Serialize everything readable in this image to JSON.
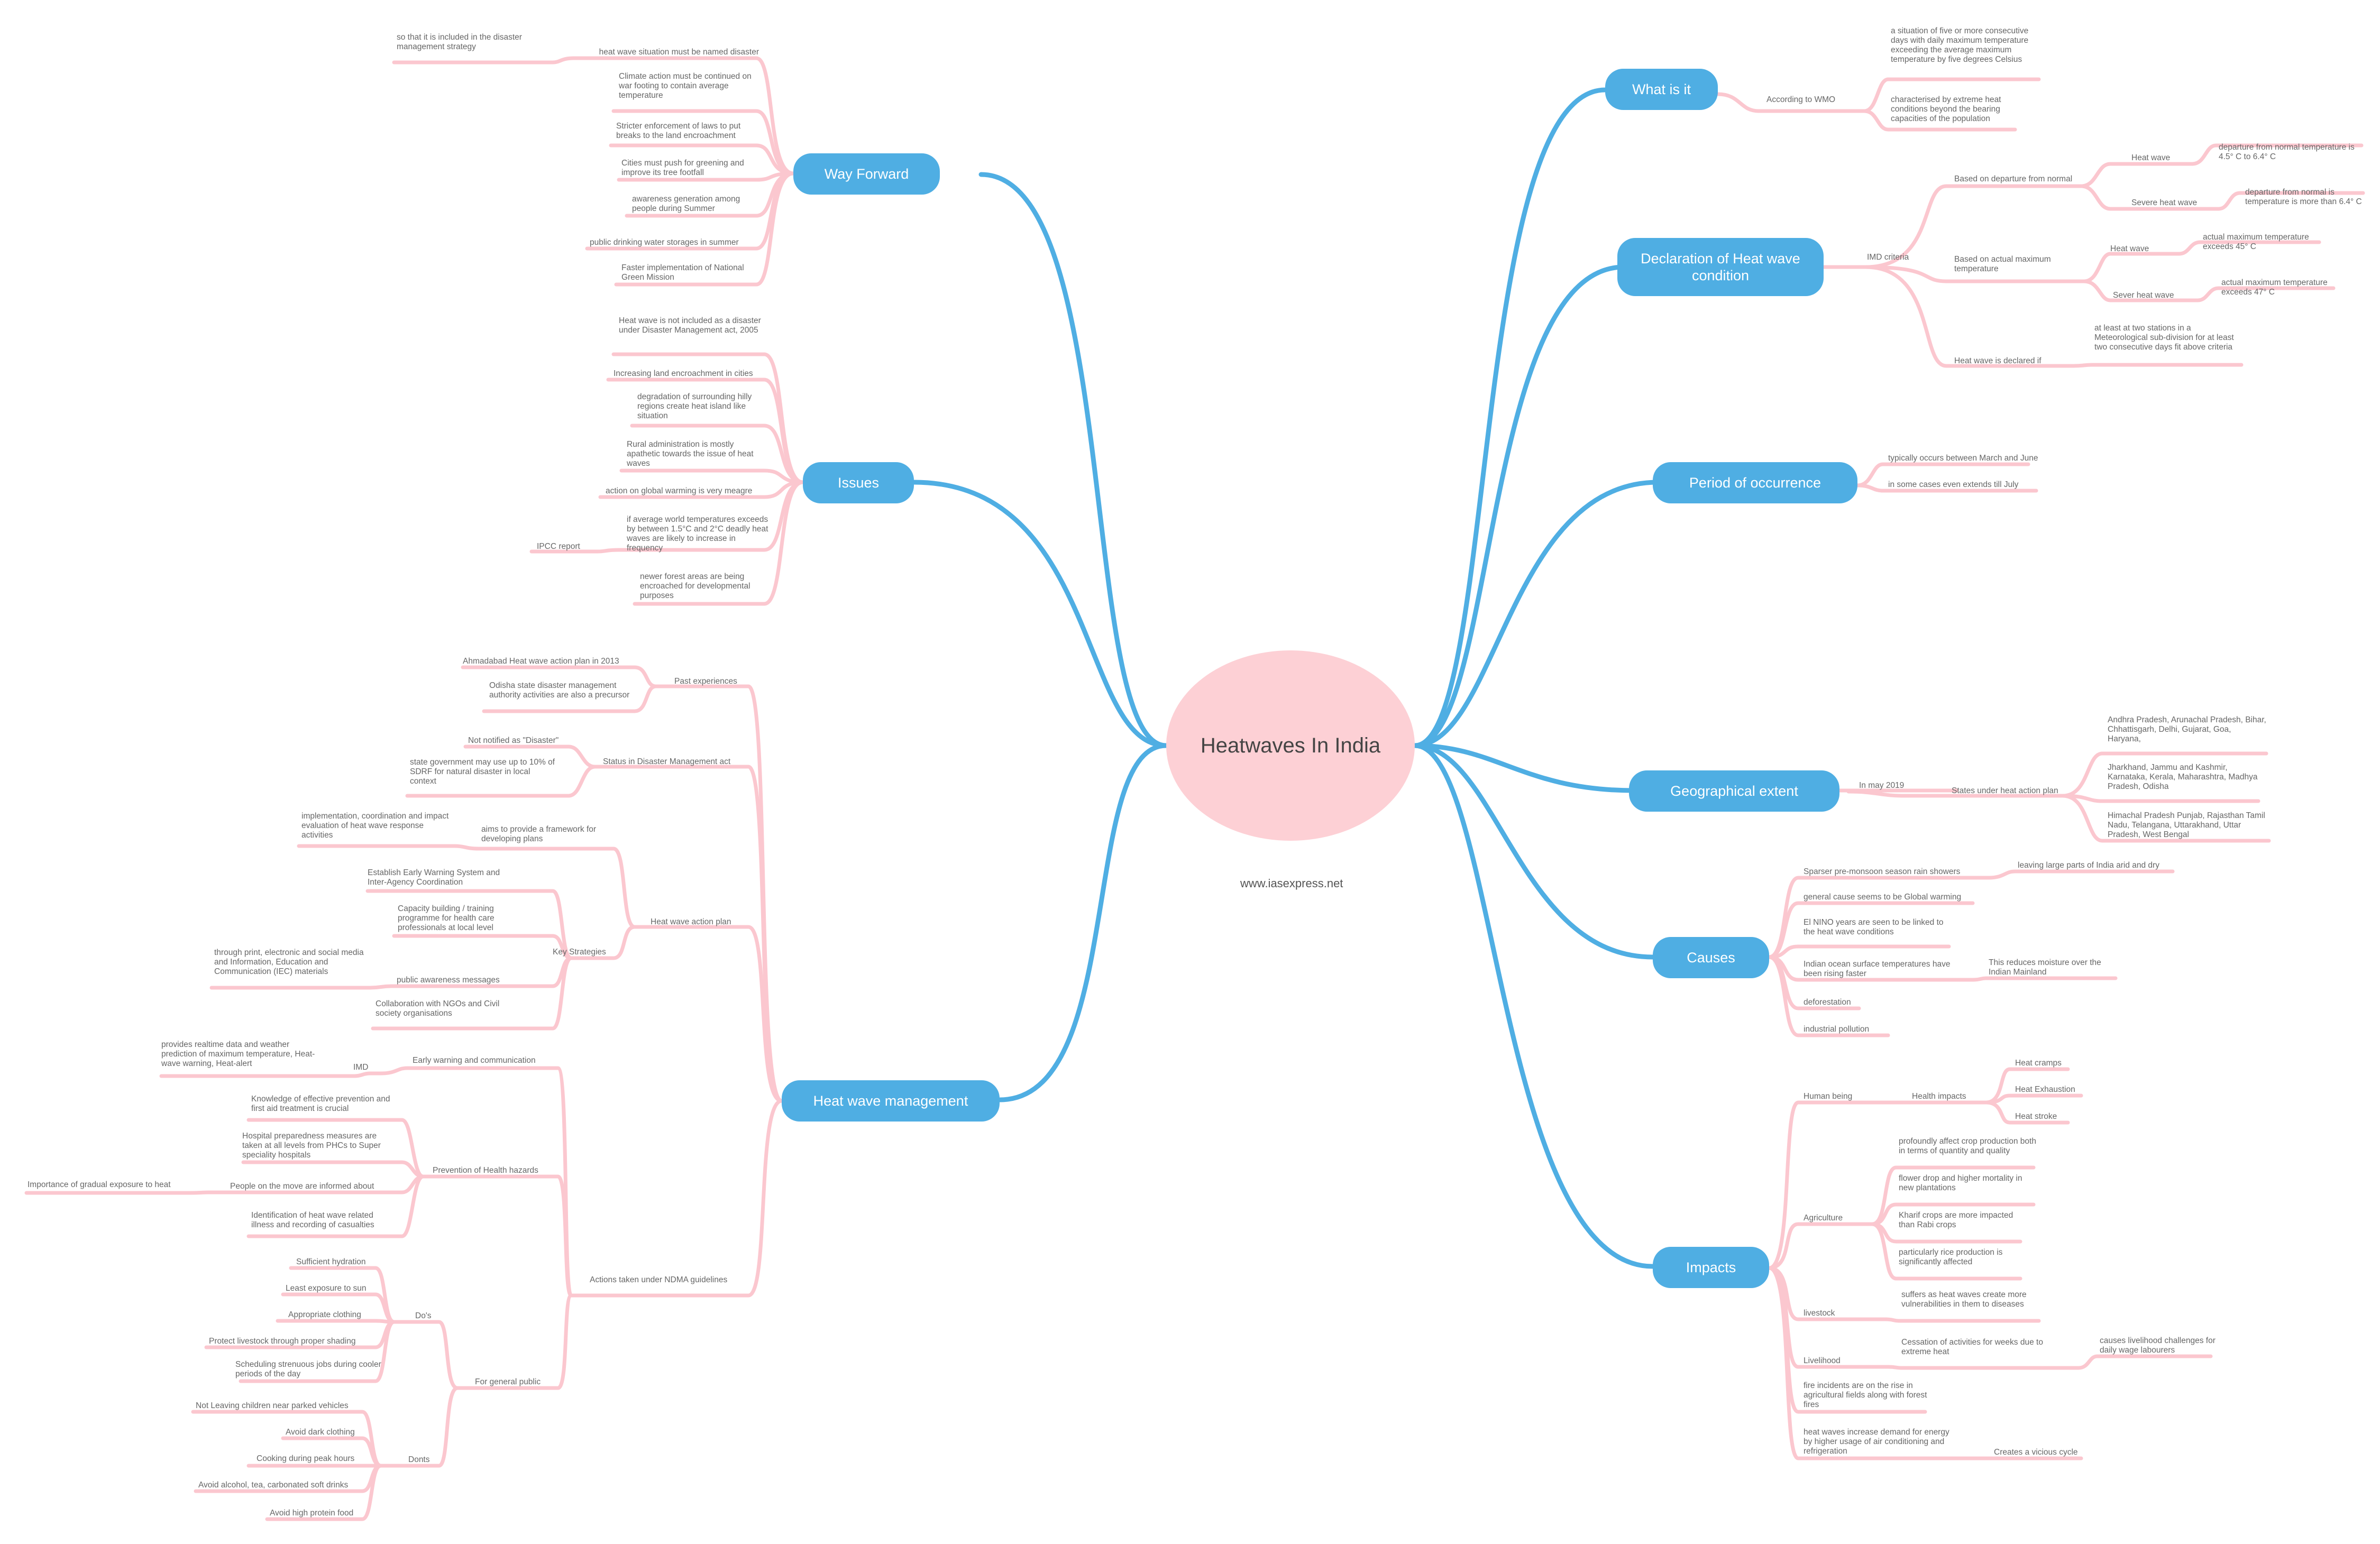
{
  "colors": {
    "branch": "#4faee3",
    "center": "#fdd0d5",
    "leaf_line": "#fbc7cf",
    "text": "#666666"
  },
  "center": "Heatwaves In India",
  "website": "www.iasexpress.net",
  "branches": {
    "what_is_it": {
      "label": "What is it",
      "according_to_wmo": "According to WMO",
      "wmo_def1": "a situation of five or more consecutive days with daily maximum temperature exceeding the average maximum temperature by five degrees Celsius",
      "wmo_def2": "characterised by extreme heat conditions beyond the bearing capacities of the population"
    },
    "declaration": {
      "label": "Declaration of Heat wave condition",
      "imd_criteria": "IMD criteria",
      "based_on_departure": "Based on departure from normal",
      "heat_wave_1": "Heat wave",
      "departure_hw": "departure from normal temperature is 4.5° C to 6.4° C",
      "severe_heat_wave_1": "Severe heat wave",
      "departure_shw": "departure from normal is temperature is more than 6.4° C",
      "based_on_actual": "Based on actual maximum temperature",
      "heat_wave_2": "Heat wave",
      "actual_hw": "actual maximum temperature exceeds 45° C",
      "severe_heat_wave_2": "Sever heat wave",
      "actual_shw": "actual maximum temperature exceeds 47° C",
      "declared_if": "Heat wave is declared if",
      "declared_condition": "at least at two stations in a Meteorological sub-division for at least two consecutive days fit above criteria"
    },
    "period": {
      "label": "Period of occurrence",
      "item1": "typically occurs between March and June",
      "item2": "in some cases even extends till July"
    },
    "geo": {
      "label": "Geographical extent",
      "in_may_2019": "In may 2019",
      "states_under_plan": "States under heat action plan",
      "states1": "Andhra Pradesh, Arunachal Pradesh, Bihar, Chhattisgarh, Delhi, Gujarat, Goa, Haryana,",
      "states2": "Jharkhand, Jammu and Kashmir, Karnataka, Kerala, Maharashtra, Madhya Pradesh, Odisha",
      "states3": "Himachal Pradesh Punjab, Rajasthan Tamil Nadu, Telangana, Uttarakhand, Uttar Pradesh, West Bengal"
    },
    "causes": {
      "label": "Causes",
      "c1": "Sparser pre-monsoon season rain showers",
      "c1_sub": "leaving large parts of India arid and dry",
      "c2": "general cause seems to be Global warming",
      "c3": "El NINO years are seen to be linked to the heat wave conditions",
      "c4": "Indian ocean surface temperatures have been rising faster",
      "c4_sub": "This reduces moisture over the Indian Mainland",
      "c5": "deforestation",
      "c6": "industrial pollution"
    },
    "impacts": {
      "label": "Impacts",
      "human_being": "Human being",
      "health_impacts": "Health impacts",
      "heat_cramps": "Heat cramps",
      "heat_exhaustion": "Heat Exhaustion",
      "heat_stroke": "Heat stroke",
      "agriculture": "Agriculture",
      "agri1": "profoundly affect crop production both in terms of quantity and quality",
      "agri2": "flower drop and higher mortality in new plantations",
      "agri3": "Kharif crops are more impacted than Rabi crops",
      "agri4": "particularly rice production is significantly affected",
      "livestock": "livestock",
      "livestock_sub": "suffers as heat waves create more vulnerabilities in them to diseases",
      "livelihood": "Livelihood",
      "livelihood_sub": "Cessation of activities for weeks due to extreme heat",
      "livelihood_sub2": "causes livelihood challenges for daily wage labourers",
      "fire": "fire incidents are on the rise in agricultural fields along with forest fires",
      "energy": "heat waves increase demand for energy by higher usage of air conditioning and refrigeration",
      "vicious": "Creates a vicious cycle"
    },
    "way_forward": {
      "label": "Way Forward",
      "w1": "heat wave situation must be named disaster",
      "w1_sub": "so that it is included in the disaster management strategy",
      "w2": "Climate action must be continued on war footing to contain average temperature",
      "w3": "Stricter enforcement of laws to put breaks to the land encroachment",
      "w4": "Cities must push for greening and improve its tree footfall",
      "w5": "awareness generation among people during Summer",
      "w6": "public drinking water storages in summer",
      "w7": "Faster implementation of National Green Mission"
    },
    "issues": {
      "label": "Issues",
      "i1": "Heat wave is not included as a disaster under Disaster Management act, 2005",
      "i2": "Increasing land encroachment in cities",
      "i3": "degradation of surrounding hilly regions create heat island like situation",
      "i4": "Rural administration is mostly apathetic towards the issue of heat waves",
      "i5": "action on global warming is very meagre",
      "i6": "if average world temperatures exceeds by between 1.5°C and 2°C deadly heat waves are likely to increase in frequency",
      "i6_sub": "IPCC report",
      "i7": "newer forest areas are being encroached for developmental purposes"
    },
    "management": {
      "label": "Heat wave management",
      "past": "Past experiences",
      "past1": "Ahmadabad Heat wave action plan in 2013",
      "past2": "Odisha state disaster management authority activities are also a precursor",
      "status": "Status in Disaster Management act",
      "status1": "Not notified as \"Disaster\"",
      "status2": "state government may use up to 10% of SDRF for natural disaster in local context",
      "hwap": "Heat wave action plan",
      "aims": "aims to provide a framework for developing plans",
      "aims_sub": "implementation, coordination and impact evaluation of heat wave response activities",
      "key_strategies": "Key Strategies",
      "ks1": "Establish Early Warning System and Inter-Agency Coordination",
      "ks2": "Capacity building / training programme for health care professionals at local level",
      "ks3": "public awareness messages",
      "ks3_sub": "through print, electronic and social media and Information, Education and Communication (IEC) materials",
      "ks4": "Collaboration with NGOs and Civil society organisations",
      "ndma": "Actions taken under NDMA guidelines",
      "early_warning": "Early warning and communication",
      "imd": "IMD",
      "imd_sub": "provides realtime data and weather prediction of maximum temperature, Heat-wave warning, Heat-alert",
      "prevention": "Prevention of Health hazards",
      "p1": "Knowledge of effective prevention and first aid treatment is crucial",
      "p2": "Hospital preparedness measures are taken at all levels from PHCs to Super speciality hospitals",
      "p3": "People on the move are informed about",
      "p3_sub": "Importance of gradual exposure to heat",
      "p4": "Identification of heat wave related illness and recording of casualties",
      "general_public": "For general public",
      "dos": "Do's",
      "d1": "Sufficient hydration",
      "d2": "Least exposure to sun",
      "d3": "Appropriate clothing",
      "d4": "Protect livestock through proper shading",
      "d5": "Scheduling strenuous jobs during cooler periods of the day",
      "donts": "Donts",
      "n1": "Not Leaving children near parked vehicles",
      "n2": "Avoid dark clothing",
      "n3": "Cooking during peak hours",
      "n4": "Avoid alcohol, tea, carbonated soft drinks",
      "n5": "Avoid high protein food"
    }
  }
}
